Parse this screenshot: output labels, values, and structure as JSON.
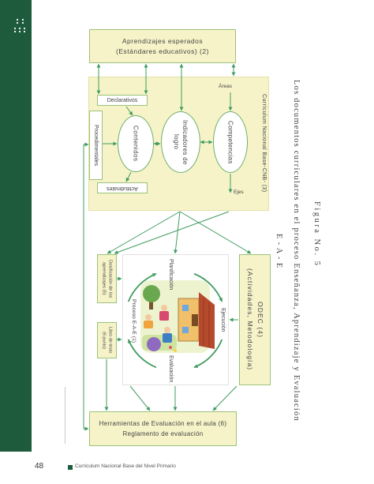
{
  "page": {
    "number": "48",
    "footer": "Curriculum Nacional Base del Nivel Primario"
  },
  "figure": {
    "label": "Figura No. 5",
    "title": "Los documentos curriculares en el proceso Enseñanza, Aprendizaje y Evaluación",
    "abbr": "E - A - E"
  },
  "aprendizajes": {
    "line1": "Aprendizajes esperados",
    "line2": "(Estándares educativos) (2)"
  },
  "cnb": {
    "label": "Currículum Nacional Base-CNB- (3)",
    "declarativos": "Declarativos",
    "procedimentales": "Procedimentales",
    "actitudinales": "Actitudinales",
    "contenidos": "Contenidos",
    "indicadores_line1": "Indicadores de",
    "indicadores_line2": "logro",
    "competencias": "Competencias",
    "areas": "Áreas",
    "ejes": "Ejes"
  },
  "dosificacion": {
    "line1": "Dosificación de los",
    "line2": "aprendizajes (5)"
  },
  "libro": {
    "line1": "Libro de texto",
    "line2": "(6 punto)"
  },
  "proceso": {
    "label": "Proceso E-A-E (1)",
    "planificacion": "Planificación",
    "ejecucion": "Ejecución",
    "evaluacion": "Evaluación"
  },
  "odec": {
    "line1": "ODEC (4)",
    "line2": "(Actividades, Metodología)"
  },
  "herramientas": {
    "line1": "Herramientas de Evaluación en el aula (6)",
    "line2": "Reglamento de evaluación"
  },
  "colors": {
    "band": "#1e5b3d",
    "box_fill": "#f6f3c9",
    "box_border": "#9cc27a",
    "line": "#3f9c5f"
  }
}
